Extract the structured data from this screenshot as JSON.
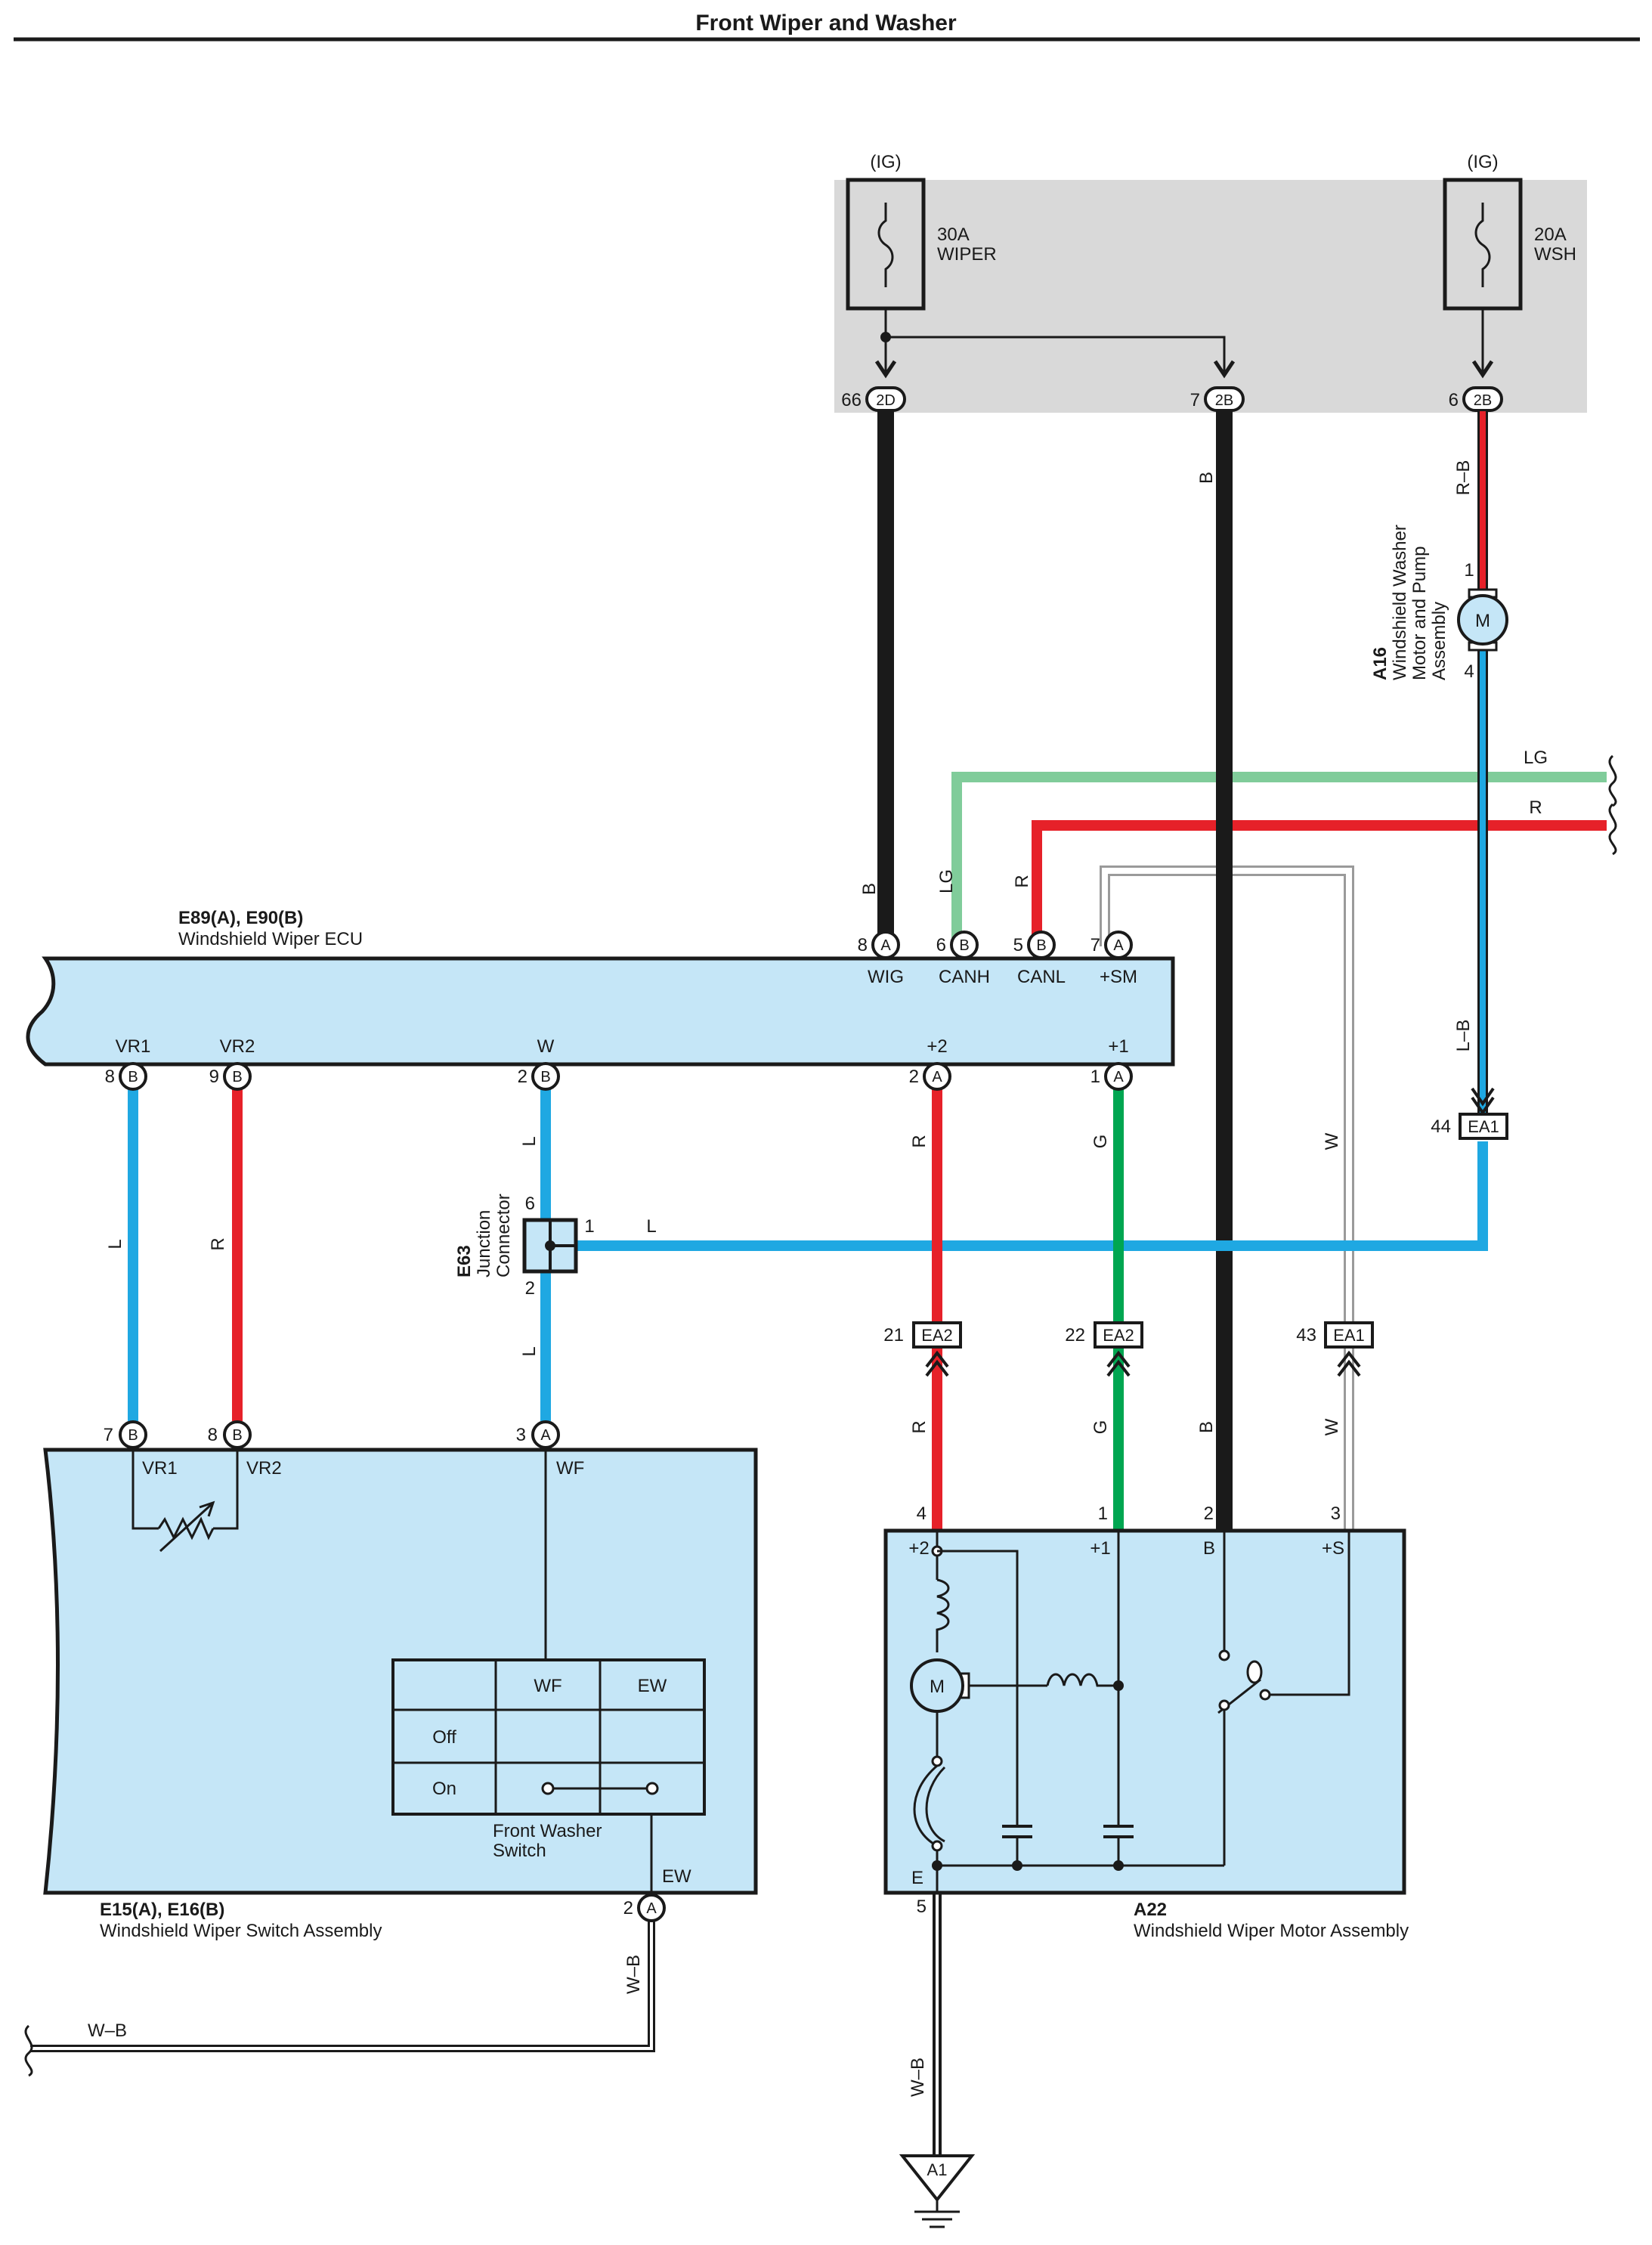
{
  "title": "Front Wiper and Washer",
  "colors": {
    "background": "#ffffff",
    "module_fill": "#c5e6f7",
    "relay_box_fill": "#d9d9d9",
    "wire_black": "#1a1a1a",
    "wire_red": "#e62129",
    "wire_blue": "#1fa8e2",
    "wire_green": "#00a651",
    "wire_lightgreen": "#80cc9a",
    "wire_white_outline": "#9a9a9a"
  },
  "fuse_box": {
    "fuse_wiper": {
      "ig": "(IG)",
      "rating": "30A",
      "name": "WIPER"
    },
    "fuse_wsh": {
      "ig": "(IG)",
      "rating": "20A",
      "name": "WSH"
    },
    "connectors": [
      {
        "pin": "66",
        "id": "2D"
      },
      {
        "pin": "7",
        "id": "2B"
      },
      {
        "pin": "6",
        "id": "2B"
      }
    ]
  },
  "washer_pump": {
    "code": "A16",
    "name_lines": [
      "Windshield Washer",
      "Motor and Pump",
      "Assembly"
    ],
    "motor_symbol": "M",
    "pin_in": "1",
    "pin_out": "4"
  },
  "ecu": {
    "code": "E89(A), E90(B)",
    "name": "Windshield Wiper ECU",
    "top_pins": [
      {
        "pin": "8",
        "conn": "A",
        "term": "WIG",
        "wire": "B"
      },
      {
        "pin": "6",
        "conn": "B",
        "term": "CANH",
        "wire": "LG"
      },
      {
        "pin": "5",
        "conn": "B",
        "term": "CANL",
        "wire": "R"
      },
      {
        "pin": "7",
        "conn": "A",
        "term": "+SM",
        "wire": ""
      }
    ],
    "bottom_pins": [
      {
        "pin": "8",
        "conn": "B",
        "term": "VR1",
        "wire": "L"
      },
      {
        "pin": "9",
        "conn": "B",
        "term": "VR2",
        "wire": "R"
      },
      {
        "pin": "2",
        "conn": "B",
        "term": "W",
        "wire": "L"
      },
      {
        "pin": "2",
        "conn": "A",
        "term": "+2",
        "wire": "R"
      },
      {
        "pin": "1",
        "conn": "A",
        "term": "+1",
        "wire": "G"
      }
    ]
  },
  "can_wires": {
    "lg": "LG",
    "r": "R"
  },
  "wire_labels": {
    "b_main": "B",
    "rb": "R–B",
    "lb": "L–B",
    "w_sm": "W",
    "l_junction": "L",
    "r_plus2": "R",
    "g_plus1": "G",
    "b_lower": "B",
    "w_lower": "W",
    "wb_ew": "W–B",
    "wb_horizontal": "W–B",
    "wb_ground": "W–B"
  },
  "junction": {
    "code": "E63",
    "name_lines": [
      "Junction",
      "Connector"
    ],
    "pin_top": "6",
    "pin_right": "1",
    "pin_bottom": "2"
  },
  "inline_connectors": [
    {
      "pin": "44",
      "id": "EA1"
    },
    {
      "pin": "21",
      "id": "EA2"
    },
    {
      "pin": "22",
      "id": "EA2"
    },
    {
      "pin": "43",
      "id": "EA1"
    }
  ],
  "switch_assy": {
    "code": "E15(A), E16(B)",
    "name": "Windshield Wiper Switch Assembly",
    "pins": [
      {
        "pin": "7",
        "conn": "B",
        "term": "VR1"
      },
      {
        "pin": "8",
        "conn": "B",
        "term": "VR2"
      },
      {
        "pin": "3",
        "conn": "A",
        "term": "WF"
      },
      {
        "pin": "2",
        "conn": "A",
        "term": "EW"
      }
    ],
    "washer_switch": {
      "name_lines": [
        "Front Washer",
        "Switch"
      ],
      "columns": [
        "WF",
        "EW"
      ],
      "rows": [
        "Off",
        "On"
      ]
    }
  },
  "wiper_motor": {
    "code": "A22",
    "name": "Windshield Wiper Motor Assembly",
    "pins": [
      {
        "pin": "4",
        "term": "+2"
      },
      {
        "pin": "1",
        "term": "+1"
      },
      {
        "pin": "2",
        "term": "B"
      },
      {
        "pin": "3",
        "term": "+S"
      }
    ],
    "ground_pin": "5",
    "ground_term": "E",
    "motor_symbol": "M"
  },
  "ground": {
    "id": "A1"
  }
}
